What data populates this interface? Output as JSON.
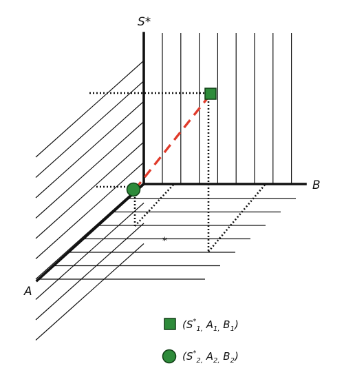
{
  "diagram": {
    "axes": {
      "vertical_label": "S*",
      "right_label": "B",
      "left_label": "A"
    },
    "marker_note": "*",
    "colors": {
      "line": "#111111",
      "dashed_connector": "#e03b2b",
      "marker_fill": "#2e8b3a",
      "marker_stroke": "#0f3d14"
    },
    "legend": [
      {
        "shape": "square-icon",
        "open": "(S",
        "sup": "*",
        "s1": "1,",
        "a": " A",
        "s2": "1,",
        "b": " B",
        "s3": "1",
        "close": ")"
      },
      {
        "shape": "circle-icon",
        "open": "(S",
        "sup": "*",
        "s1": "2,",
        "a": " A",
        "s2": "2,",
        "b": " B",
        "s3": "2",
        "close": ")"
      }
    ]
  }
}
